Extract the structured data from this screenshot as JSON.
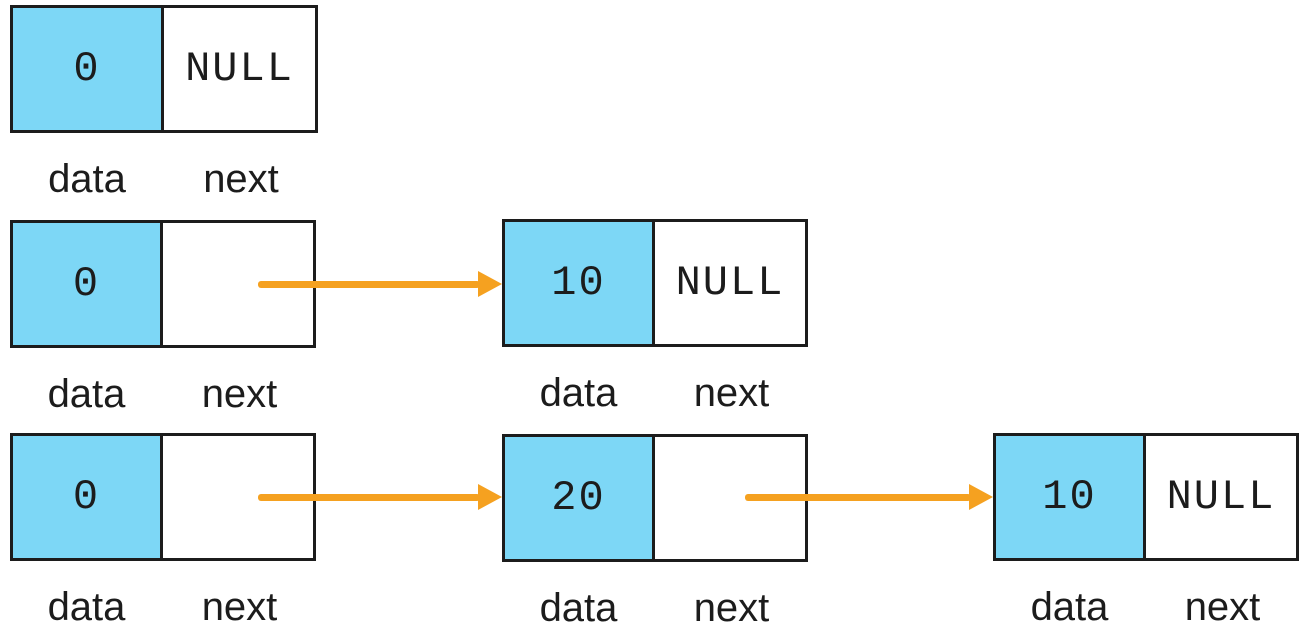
{
  "diagram": {
    "type": "linked-list-growth-steps",
    "cell_labels": {
      "data": "data",
      "next": "next"
    },
    "colors": {
      "data_cell_fill": "#7dd7f6",
      "arrow": "#f5a120",
      "border": "#1c1c1c",
      "background": "#ffffff",
      "text": "#1c1c1c"
    },
    "rows": [
      {
        "name": "step-1-single-node",
        "nodes": [
          {
            "data": "0",
            "next": "NULL"
          }
        ]
      },
      {
        "name": "step-2-two-nodes",
        "nodes": [
          {
            "data": "0",
            "next": ""
          },
          {
            "data": "10",
            "next": "NULL"
          }
        ]
      },
      {
        "name": "step-3-three-nodes",
        "nodes": [
          {
            "data": "0",
            "next": ""
          },
          {
            "data": "20",
            "next": ""
          },
          {
            "data": "10",
            "next": "NULL"
          }
        ]
      }
    ]
  }
}
